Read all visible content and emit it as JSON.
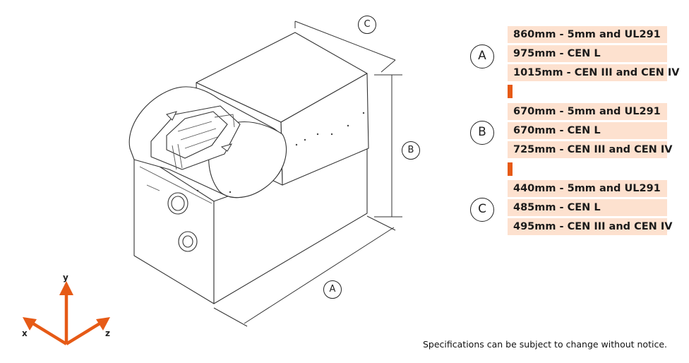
{
  "dimension_labels": {
    "a": "A",
    "b": "B",
    "c": "C"
  },
  "spec_groups": [
    {
      "marker": "A",
      "rows": [
        "860mm - 5mm and UL291",
        "975mm - CEN L",
        "1015mm - CEN III and CEN IV"
      ]
    },
    {
      "marker": "B",
      "rows": [
        "670mm - 5mm and UL291",
        "670mm - CEN L",
        "725mm - CEN III and CEN IV"
      ]
    },
    {
      "marker": "C",
      "rows": [
        "440mm - 5mm and UL291",
        "485mm - CEN L",
        "495mm - CEN III and CEN IV"
      ]
    }
  ],
  "axes": {
    "x": "x",
    "y": "y",
    "z": "z"
  },
  "colors": {
    "accent": "#e65a16",
    "spec_background": "#fde1cf"
  },
  "disclaimer": "Specifications can be subject to change without notice."
}
